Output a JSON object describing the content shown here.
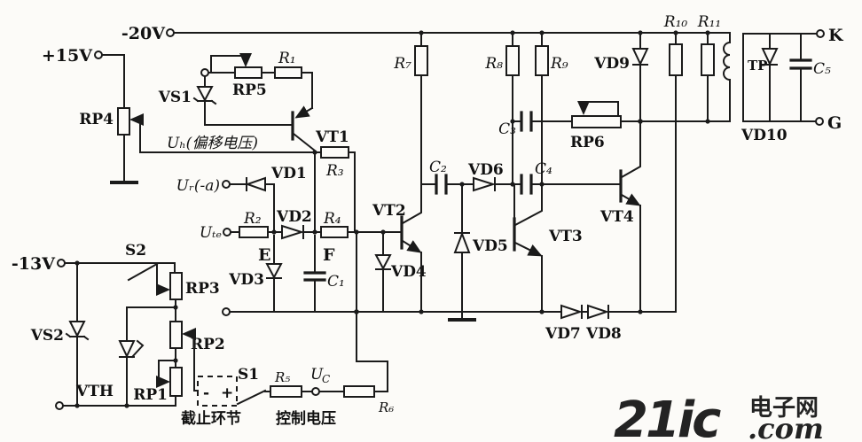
{
  "canvas": {
    "background": "#fcfbf8",
    "ink": "#1a1a1a"
  },
  "power": {
    "neg20": "-20V",
    "pos15": "+15V",
    "neg13": "-13V"
  },
  "terminals": {
    "k": "K",
    "g": "G"
  },
  "nodes": {
    "e": "E",
    "f": "F"
  },
  "inputs": {
    "uh": "Uₕ(偏移电压)",
    "ur": "Uᵣ(-a)",
    "ute": "Uₜₑ",
    "uc_main": "U",
    "uc_sub": "C"
  },
  "resistors": {
    "r1": "R₁",
    "r2": "R₂",
    "r3": "R₃",
    "r4": "R₄",
    "r5": "R₅",
    "r6": "R₆",
    "r7": "R₇",
    "r8": "R₈",
    "r9": "R₉",
    "r10": "R₁₀",
    "r11": "R₁₁"
  },
  "potentiometers": {
    "rp1": "RP1",
    "rp2": "RP2",
    "rp3": "RP3",
    "rp4": "RP4",
    "rp5": "RP5",
    "rp6": "RP6"
  },
  "capacitors": {
    "c1": "C₁",
    "c2": "C₂",
    "c3": "C₃",
    "c4": "C₄",
    "c5": "C₅"
  },
  "diodes": {
    "vd1": "VD1",
    "vd2": "VD2",
    "vd3": "VD3",
    "vd4": "VD4",
    "vd5": "VD5",
    "vd6": "VD6",
    "vd7": "VD7",
    "vd8": "VD8",
    "vd9": "VD9",
    "vd10": "VD10"
  },
  "zeners": {
    "vs1": "VS1",
    "vs2": "VS2"
  },
  "transistors": {
    "vt1": "VT1",
    "vt2": "VT2",
    "vt3": "VT3",
    "vt4": "VT4",
    "vth": "VTH"
  },
  "transformer": {
    "tp": "TP"
  },
  "switches": {
    "s1": "S1",
    "s2": "S2"
  },
  "captions": {
    "cutoff_block": "截止环节",
    "control_voltage": "控制电压",
    "box_minus": "-",
    "box_plus": "+"
  },
  "watermark": {
    "brand": "21ic",
    "site_cn": "电子网",
    "site_com": ".com",
    "brand_color": "#e58b86",
    "site_color": "#a9c6d9"
  }
}
